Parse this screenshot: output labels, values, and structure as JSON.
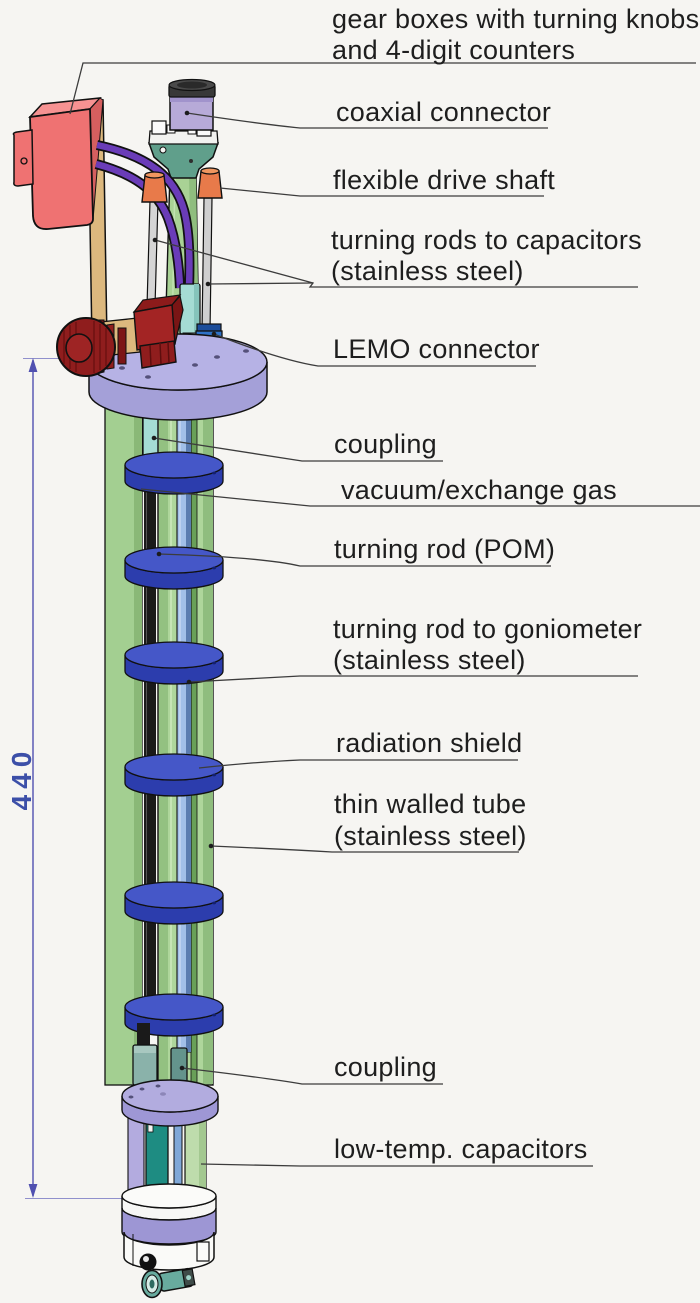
{
  "diagram": {
    "dimension": {
      "value": "440"
    },
    "labels": {
      "gear_boxes_line1": "gear boxes with turning knobs",
      "gear_boxes_line2": "and 4-digit counters",
      "coaxial_connector": "coaxial connector",
      "flexible_drive_shaft": "flexible drive shaft",
      "turning_rods_capacitors_line1": "turning rods to capacitors",
      "turning_rods_capacitors_line2": "(stainless steel)",
      "lemo_connector": "LEMO connector",
      "coupling_upper": "coupling",
      "vacuum_exchange_gas": "vacuum/exchange gas",
      "turning_rod_pom": "turning rod (POM)",
      "turning_rod_goniometer_line1": "turning rod to goniometer",
      "turning_rod_goniometer_line2": "(stainless steel)",
      "radiation_shield": "radiation shield",
      "thin_walled_tube_line1": "thin walled tube",
      "thin_walled_tube_line2": "(stainless steel)",
      "coupling_lower": "coupling",
      "low_temp_capacitors": "low-temp. capacitors"
    },
    "colors": {
      "background": "#f6f5f2",
      "dimension_blue": "#3c4fa8",
      "gearbox_red": "#ef7272",
      "support_bar_tan": "#dcb87e",
      "drive_shaft_purple": "#6a3cb8",
      "cone_orange": "#e87a4a",
      "tube_green": "#aed69b",
      "flange_lavender": "#b6b2e5",
      "radiation_shield_blue": "#4557c8",
      "coupling_teal": "#a5dcd4",
      "lemo_blue": "#2e72c8",
      "valve_dark_red": "#8f1d1d",
      "capacitor_teal": "#1e8c82",
      "goniometer_teal": "#68ab9e"
    }
  }
}
